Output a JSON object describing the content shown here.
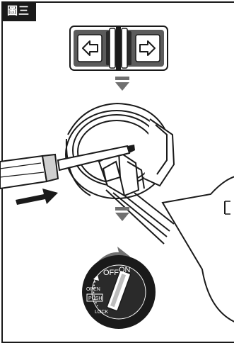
{
  "figure": {
    "label": "圖三"
  },
  "ignition": {
    "off": "OFF",
    "on": "ON",
    "open": "OPEN",
    "push": "PUSH",
    "lock": "LOCK"
  },
  "colors": {
    "ink": "#1a1a1a",
    "gray": "#6e6e6e",
    "switch_bg": "#5c5c5c",
    "white": "#ffffff"
  }
}
